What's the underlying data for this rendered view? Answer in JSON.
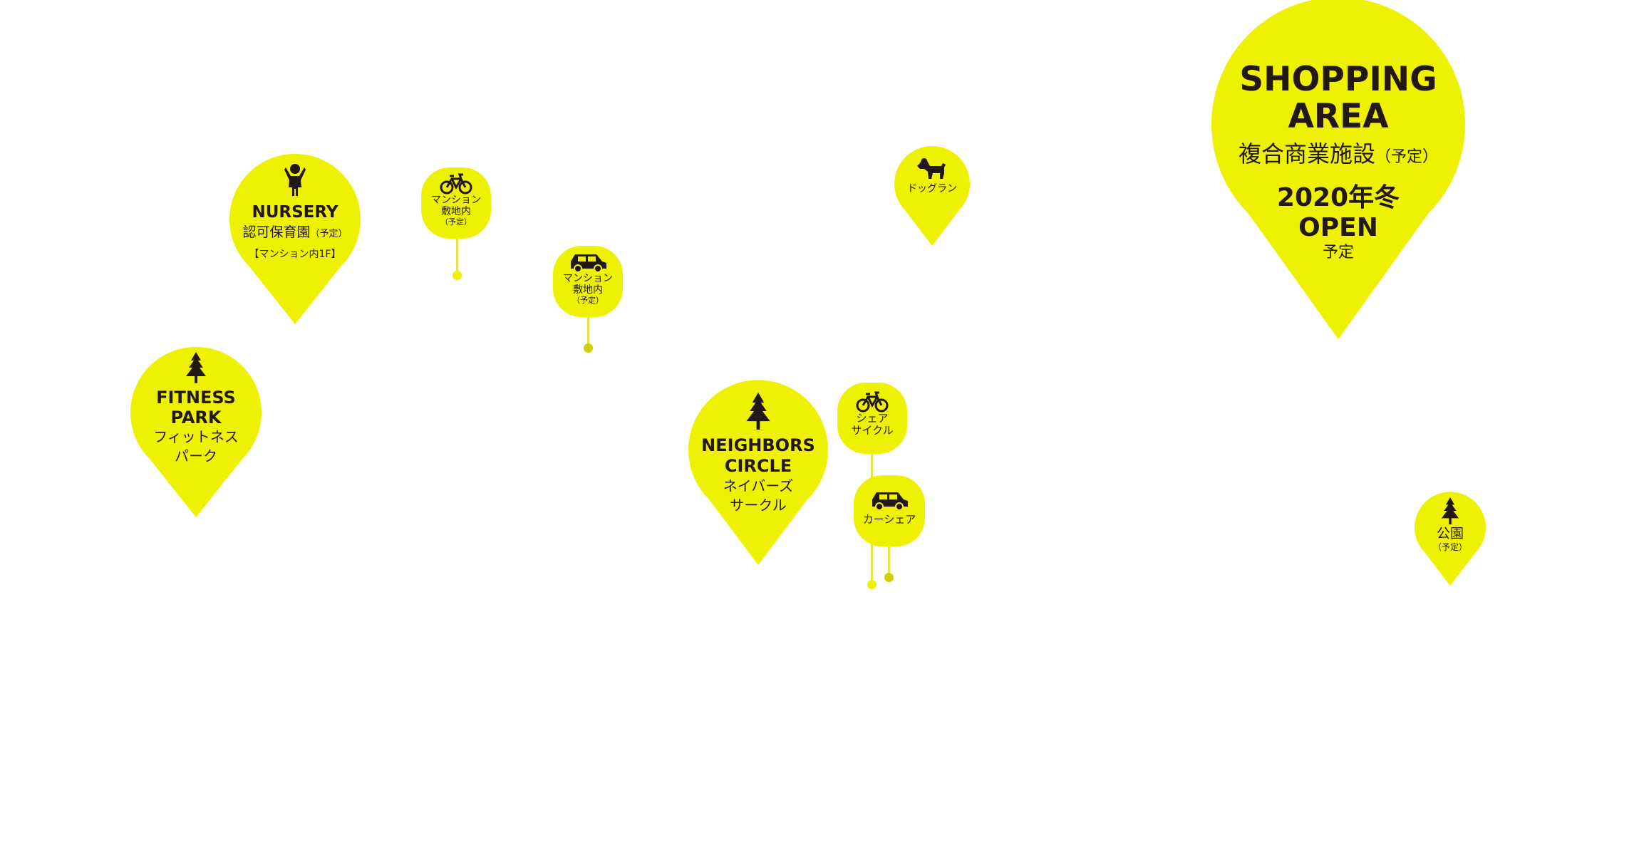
{
  "colors": {
    "pin": "#eef200",
    "text": "#231815"
  },
  "pins": {
    "shopping": {
      "title_1": "SHOPPING",
      "title_2": "AREA",
      "jp": "複合商業施設",
      "note": "（予定）",
      "open_1": "2020年冬",
      "open_2": "OPEN",
      "open_3": "予定"
    },
    "nursery": {
      "icon": "child-icon",
      "title": "NURSERY",
      "jp": "認可保育園",
      "note": "（予定）",
      "sub": "【マンション内1F】"
    },
    "fitness": {
      "icon": "tree-icon",
      "title_1": "FITNESS",
      "title_2": "PARK",
      "jp_1": "フィットネス",
      "jp_2": "パーク"
    },
    "neighbors": {
      "icon": "tree-icon",
      "title_1": "NEIGHBORS",
      "title_2": "CIRCLE",
      "jp_1": "ネイバーズ",
      "jp_2": "サークル"
    },
    "dogrun": {
      "icon": "dog-icon",
      "jp": "ドッグラン"
    },
    "park": {
      "icon": "tree-icon",
      "jp": "公園",
      "note": "（予定）"
    }
  },
  "badges": {
    "bike_parking": {
      "icon": "bicycle-icon",
      "line_1": "マンション",
      "line_2": "敷地内",
      "note": "（予定）"
    },
    "car_parking": {
      "icon": "car-icon",
      "line_1": "マンション",
      "line_2": "敷地内",
      "note": "（予定）"
    },
    "share_cycle": {
      "icon": "bicycle-icon",
      "line_1": "シェア",
      "line_2": "サイクル"
    },
    "car_share": {
      "icon": "car-icon",
      "line_1": "カーシェア"
    }
  }
}
